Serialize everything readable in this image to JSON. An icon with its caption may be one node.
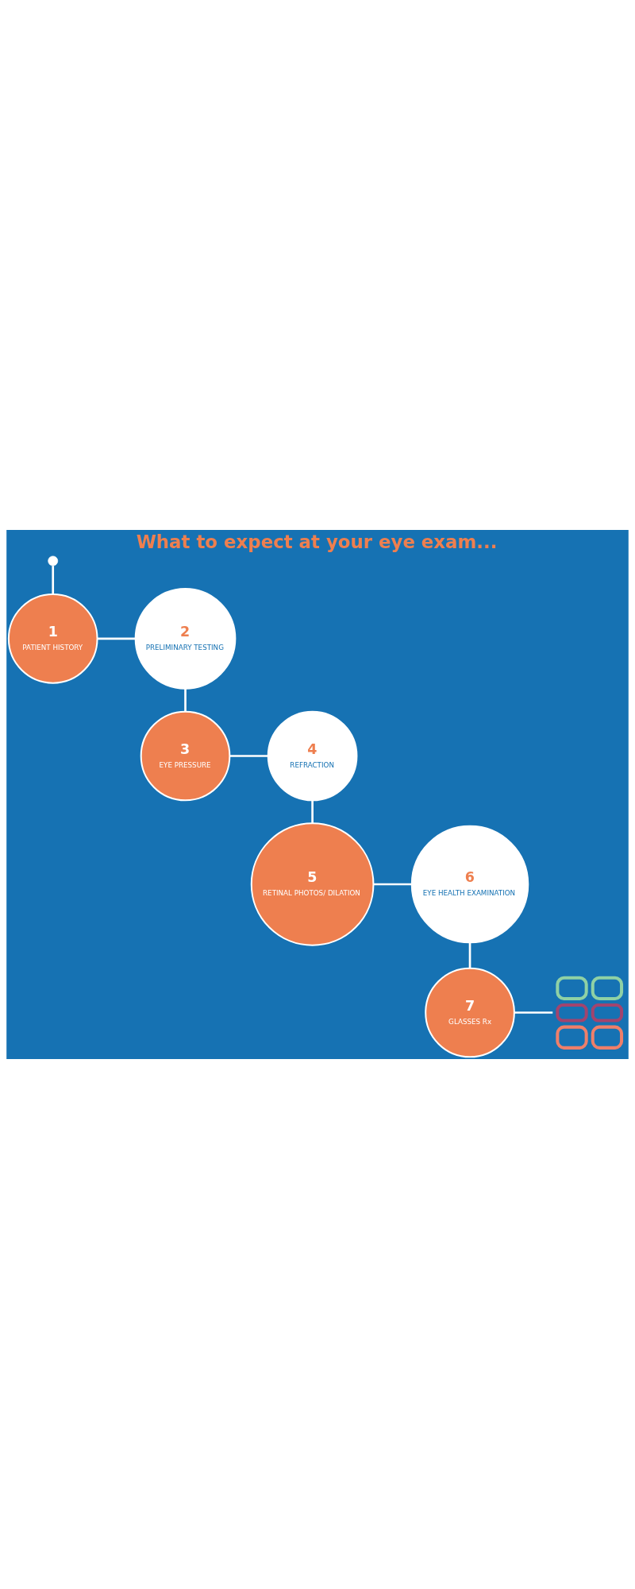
{
  "diagram": {
    "title": "What to expect at your eye exam...",
    "nodes": [
      {
        "text": [],
        "shape": "circle"
      },
      {
        "text": [
          "1",
          "PATIENT HISTORY"
        ]
      },
      {
        "text": [
          "2",
          "PRELIMINARY TESTING"
        ]
      },
      {
        "text": [
          "3",
          "EYE PRESSURE"
        ]
      },
      {
        "text": [
          "4",
          "REFRACTION"
        ]
      },
      {
        "text": [
          "5",
          "RETINAL PHOTOS/ DILATION"
        ]
      },
      {
        "text": [
          "6",
          "EYE HEALTH EXAMINATION"
        ]
      },
      {
        "text": [
          "7",
          "GLASSES Rx"
        ]
      },
      {
        "text": [],
        "shape": "picture"
      }
    ],
    "edges": [
      {
        "from": 0,
        "to": 1,
        "arrow": "none"
      },
      {
        "from": 1,
        "to": 2,
        "arrow": "none"
      },
      {
        "from": 2,
        "to": 3,
        "arrow": "none"
      },
      {
        "from": 3,
        "to": 4,
        "arrow": "none"
      },
      {
        "from": 4,
        "to": 5,
        "arrow": "none"
      },
      {
        "from": 5,
        "to": 6,
        "arrow": "none"
      },
      {
        "from": 6,
        "to": 7,
        "arrow": "none"
      },
      {
        "from": 7,
        "to": 8,
        "arrow": "none"
      }
    ]
  }
}
